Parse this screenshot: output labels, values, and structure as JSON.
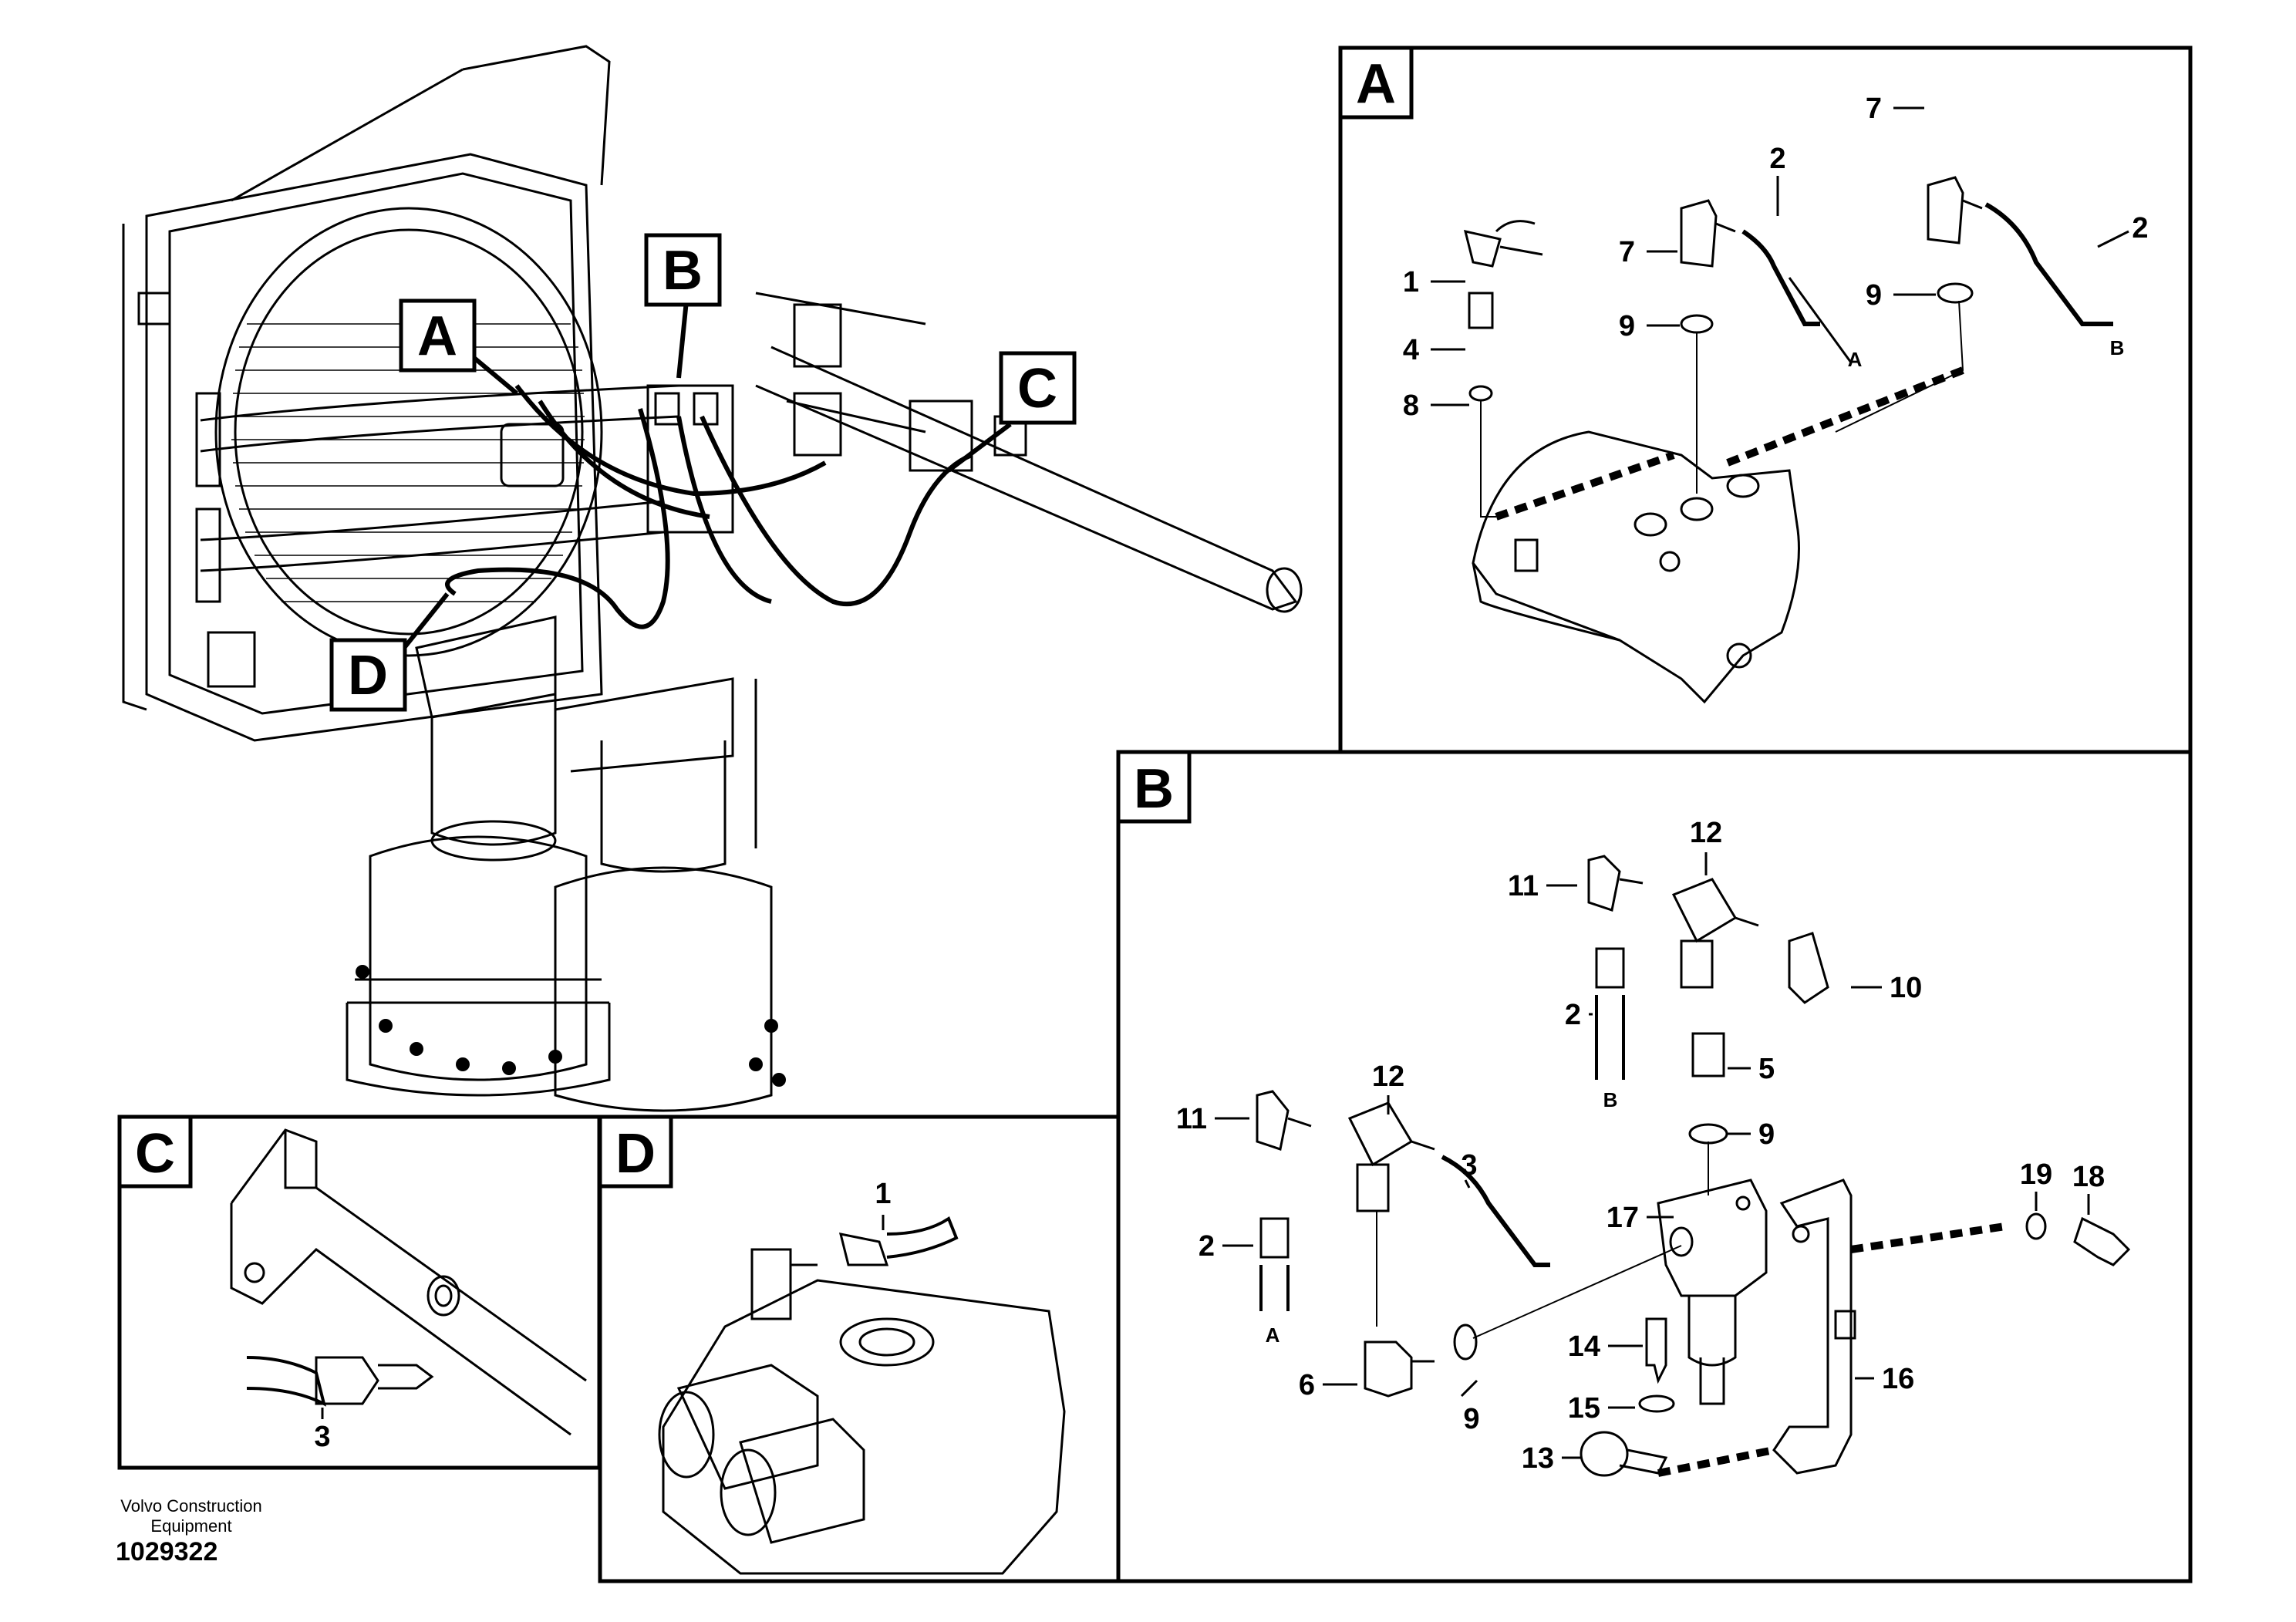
{
  "callouts": {
    "A": "A",
    "B": "B",
    "C": "C",
    "D": "D"
  },
  "panels": {
    "A": {
      "title": "A",
      "labels": {
        "p1": "1",
        "p4": "4",
        "p8": "8",
        "p7a": "7",
        "p9a": "9",
        "p2a": "2",
        "hoseA": "A",
        "p7b": "7",
        "p9b": "9",
        "p2b": "2",
        "hoseB": "B"
      }
    },
    "B": {
      "title": "B",
      "labels": {
        "p11a": "11",
        "p12a": "12",
        "p2a": "2",
        "hoseB": "B",
        "p10": "10",
        "p5": "5",
        "p9a": "9",
        "p11b": "11",
        "p12b": "12",
        "p3": "3",
        "p2b": "2",
        "hoseA": "A",
        "p17": "17",
        "p6": "6",
        "p9b": "9",
        "p14": "14",
        "p15": "15",
        "p13": "13",
        "p16": "16",
        "p19": "19",
        "p18": "18"
      }
    },
    "C": {
      "title": "C",
      "labels": {
        "p3": "3"
      }
    },
    "D": {
      "title": "D",
      "labels": {
        "p1": "1"
      }
    }
  },
  "footer": {
    "credit_line1": "Volvo Construction",
    "credit_line2": "Equipment",
    "doc_number": "1029322"
  }
}
